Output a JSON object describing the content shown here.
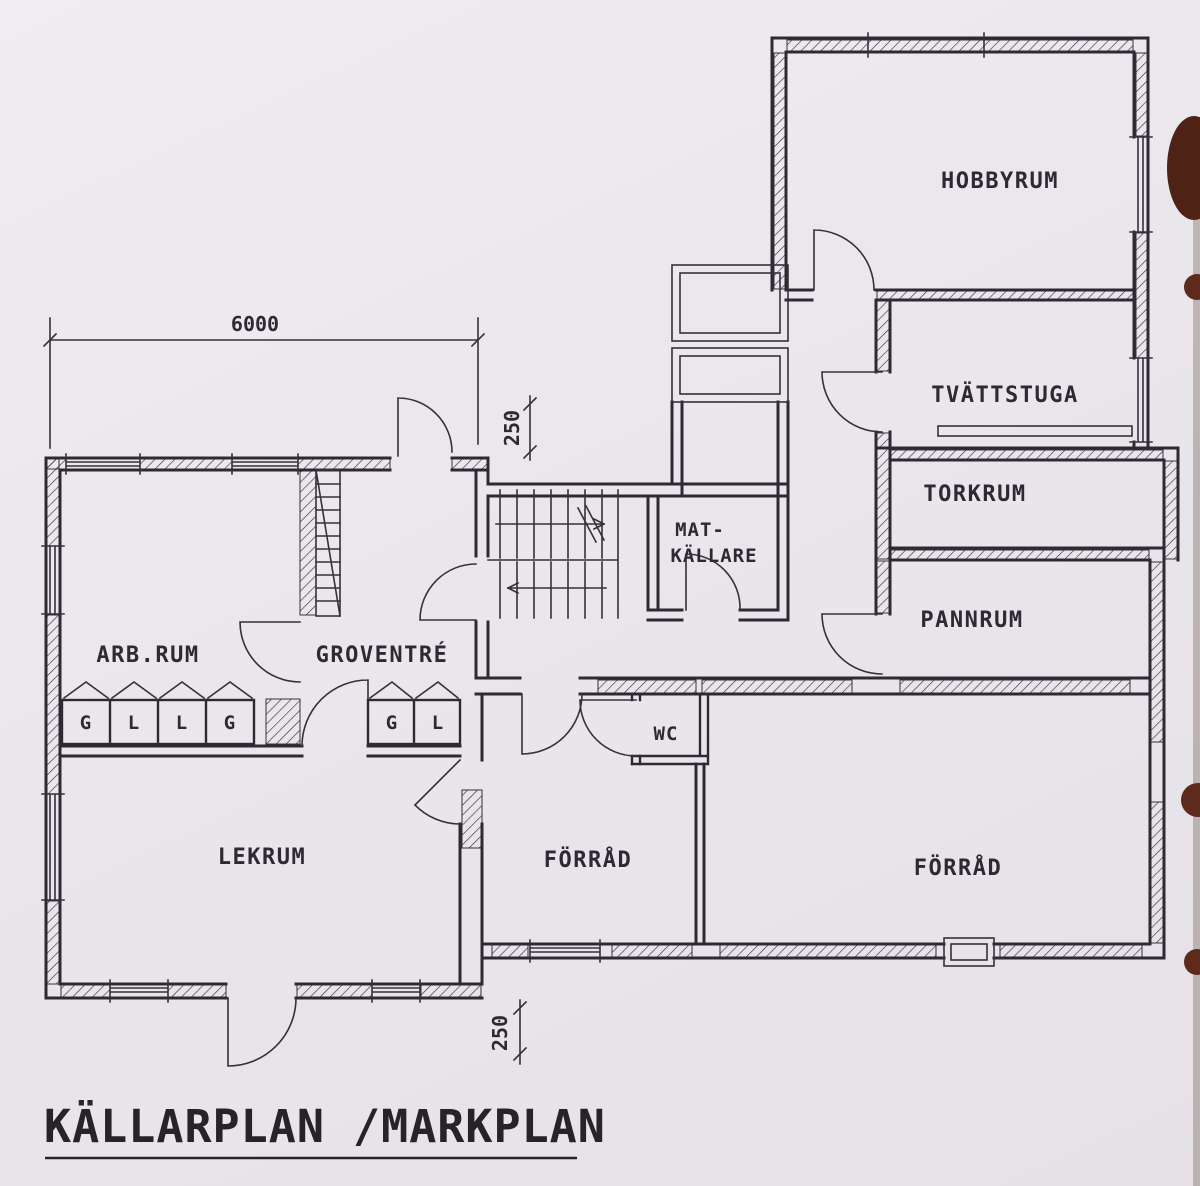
{
  "page": {
    "title": "KÄLLARPLAN /MARKPLAN"
  },
  "rooms": {
    "hobbyrum": "HOBBYRUM",
    "tvattstuga": "TVÄTTSTUGA",
    "torkrum": "TORKRUM",
    "pannrum": "PANNRUM",
    "matkallare_line1": "MAT-",
    "matkallare_line2": "KÄLLARE",
    "wc": "WC",
    "forrad_small": "FÖRRÅD",
    "forrad_large": "FÖRRÅD",
    "arbrum": "ARB.RUM",
    "groventre": "GROVENTRÉ",
    "lekrum": "LEKRUM"
  },
  "dimensions": {
    "top_width": "6000",
    "top_offset": "250",
    "bottom_offset": "250"
  },
  "closets": {
    "left": [
      "G",
      "L",
      "L",
      "G"
    ],
    "right": [
      "G",
      "L"
    ]
  },
  "colors": {
    "ink": "#2e2a33",
    "paper": "#eae7ec",
    "punch_hole": "#5d2a1b",
    "stain": "#4e2316"
  }
}
